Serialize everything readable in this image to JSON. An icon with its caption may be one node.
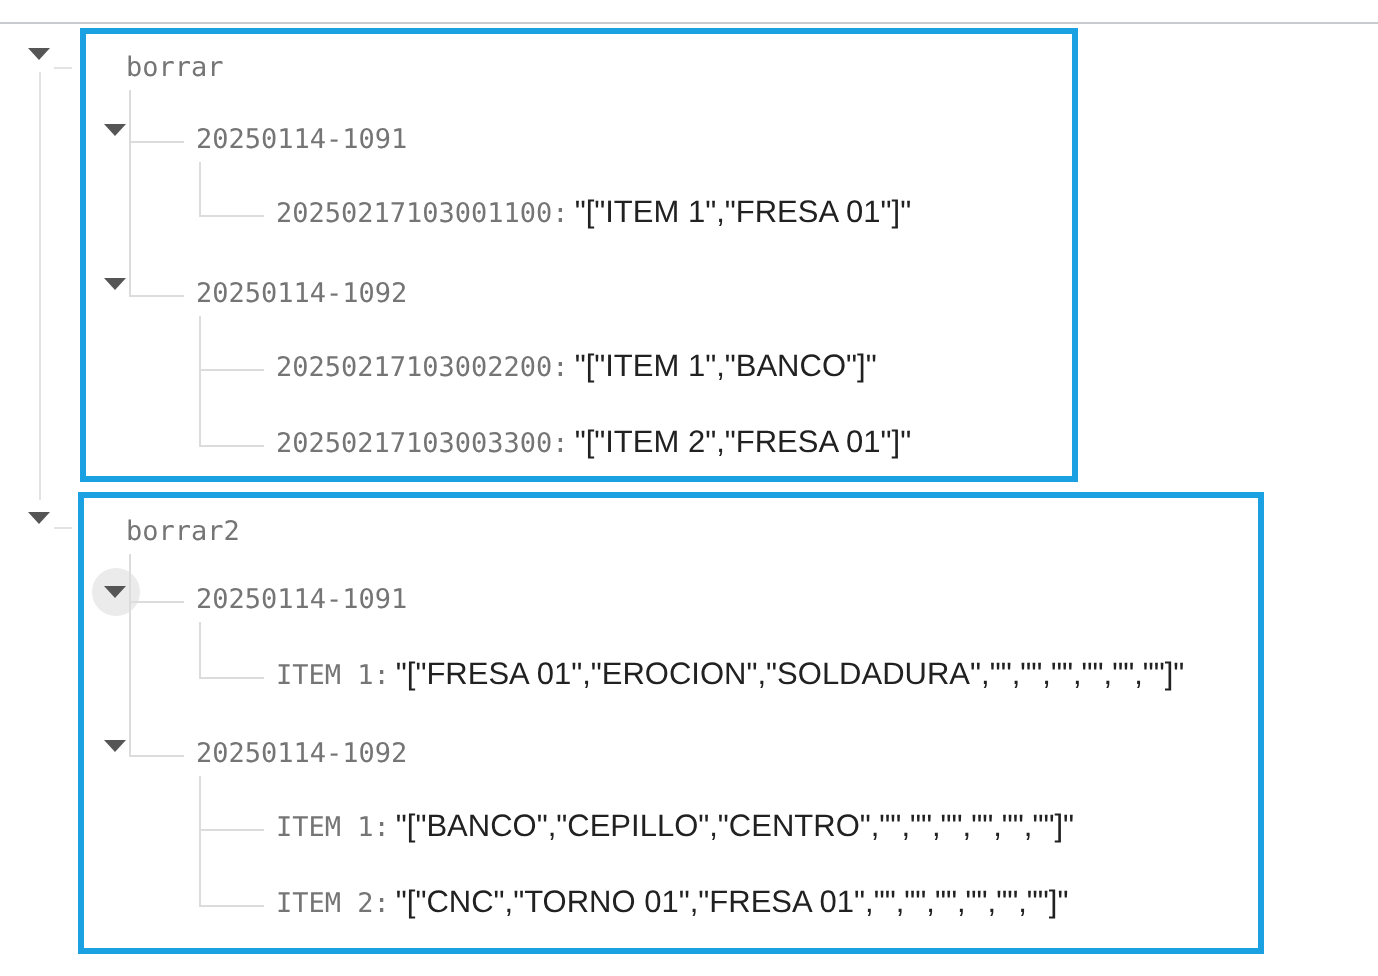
{
  "diagram": {
    "nodes": [
      {
        "text": [
          "borrar"
        ]
      },
      {
        "text": [
          "20250114-1091"
        ],
        "in": 0
      },
      {
        "text": [
          "20250217103001100:",
          "\"[\"ITEM 1\",\"FRESA 01\"]\""
        ],
        "in": 0
      },
      {
        "text": [
          "20250114-1092"
        ],
        "in": 0
      },
      {
        "text": [
          "20250217103002200:",
          "\"[\"ITEM 1\",\"BANCO\"]\""
        ],
        "in": 0
      },
      {
        "text": [
          "20250217103003300:",
          "\"[\"ITEM 2\",\"FRESA 01\"]\""
        ],
        "in": 0
      },
      {
        "text": [
          "borrar2"
        ]
      },
      {
        "text": [
          "20250114-1091"
        ],
        "in": 6
      },
      {
        "text": [
          "ITEM 1:",
          "\"[\"FRESA 01\",\"EROCION\",\"SOLDADURA\",\"\",\"\",\"\",\"\",\"\",\"\"]\""
        ],
        "in": 6
      },
      {
        "text": [
          "20250114-1092"
        ],
        "in": 6
      },
      {
        "text": [
          "ITEM 1:",
          "\"[\"BANCO\",\"CEPILLO\",\"CENTRO\",\"\",\"\",\"\",\"\",\"\",\"\"]\""
        ],
        "in": 6
      },
      {
        "text": [
          "ITEM 2:",
          "\"[\"CNC\",\"TORNO 01\",\"FRESA 01\",\"\",\"\",\"\",\"\",\"\",\"\"]\""
        ],
        "in": 6
      }
    ],
    "edges": [
      {
        "from": 0,
        "to": 1,
        "arrow": "none"
      },
      {
        "from": 1,
        "to": 2,
        "arrow": "none"
      },
      {
        "from": 0,
        "to": 3,
        "arrow": "none"
      },
      {
        "from": 3,
        "to": 4,
        "arrow": "none"
      },
      {
        "from": 3,
        "to": 5,
        "arrow": "none"
      },
      {
        "from": 6,
        "to": 7,
        "arrow": "none"
      },
      {
        "from": 7,
        "to": 8,
        "arrow": "none"
      },
      {
        "from": 6,
        "to": 9,
        "arrow": "none"
      },
      {
        "from": 9,
        "to": 10,
        "arrow": "none"
      },
      {
        "from": 9,
        "to": 11,
        "arrow": "none"
      }
    ]
  }
}
